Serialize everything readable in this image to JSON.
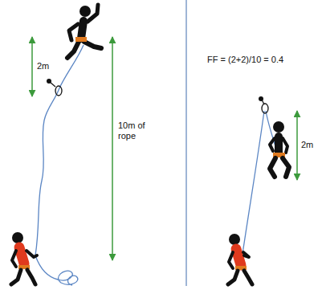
{
  "diagram": {
    "labels": [
      "2m",
      "10m of rope",
      "FF = (2+2)/10 = 0.4",
      "2m"
    ]
  }
}
